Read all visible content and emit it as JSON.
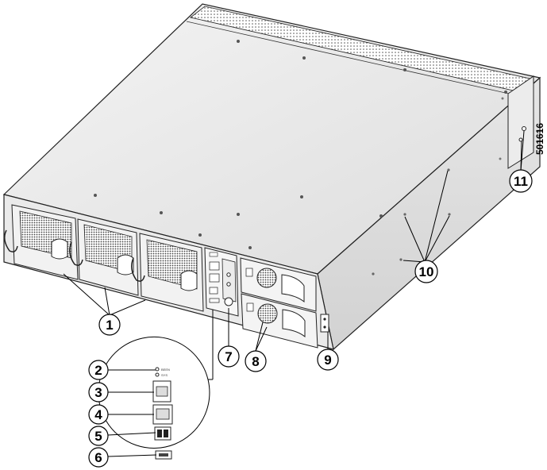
{
  "figure_id": "501616",
  "callouts": [
    {
      "num": "1"
    },
    {
      "num": "2"
    },
    {
      "num": "3"
    },
    {
      "num": "4"
    },
    {
      "num": "5"
    },
    {
      "num": "6"
    },
    {
      "num": "7"
    },
    {
      "num": "8"
    },
    {
      "num": "9"
    },
    {
      "num": "10"
    },
    {
      "num": "11"
    }
  ],
  "port_labels": {
    "led_top": "BEEN",
    "led_bottom": "SYS"
  }
}
